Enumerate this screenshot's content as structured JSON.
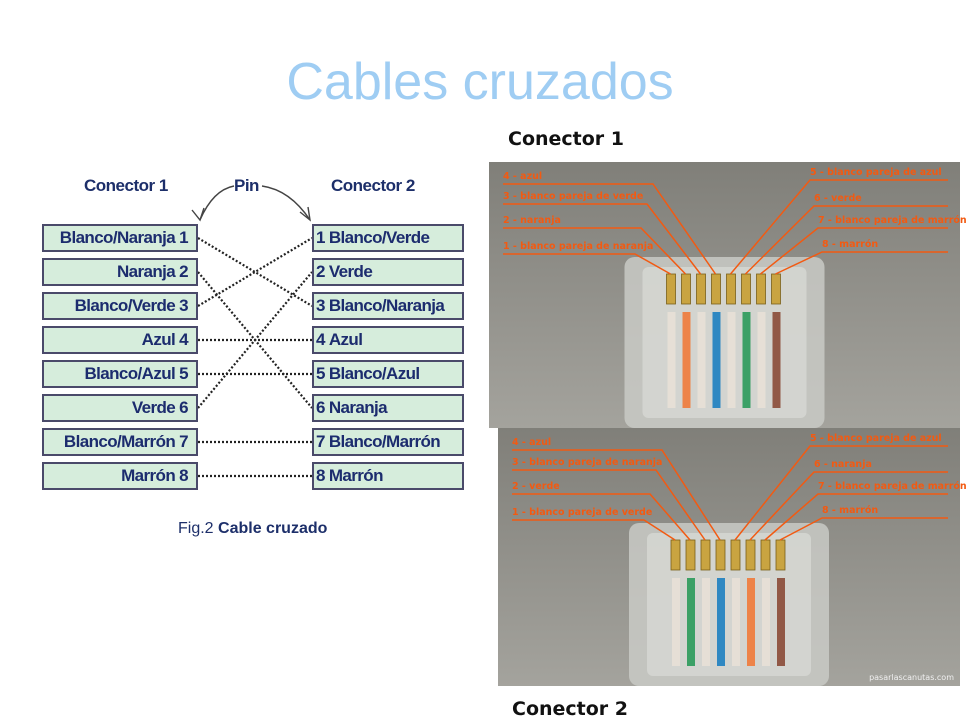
{
  "title": "Cables cruzados",
  "connector_labels": {
    "top": "Conector 1",
    "bottom": "Conector 2"
  },
  "diagram": {
    "left_header": "Conector 1",
    "pin_header": "Pin",
    "right_header": "Conector 2",
    "left_pins": [
      {
        "name": "Blanco/Naranja",
        "num": "1"
      },
      {
        "name": "Naranja",
        "num": "2"
      },
      {
        "name": "Blanco/Verde",
        "num": "3"
      },
      {
        "name": "Azul",
        "num": "4"
      },
      {
        "name": "Blanco/Azul",
        "num": "5"
      },
      {
        "name": "Verde",
        "num": "6"
      },
      {
        "name": "Blanco/Marrón",
        "num": "7"
      },
      {
        "name": "Marrón",
        "num": "8"
      }
    ],
    "right_pins": [
      {
        "num": "1",
        "name": "Blanco/Verde"
      },
      {
        "num": "2",
        "name": "Verde"
      },
      {
        "num": "3",
        "name": "Blanco/Naranja"
      },
      {
        "num": "4",
        "name": "Azul"
      },
      {
        "num": "5",
        "name": "Blanco/Azul"
      },
      {
        "num": "6",
        "name": "Naranja"
      },
      {
        "num": "7",
        "name": "Blanco/Marrón"
      },
      {
        "num": "8",
        "name": "Marrón"
      }
    ],
    "caption_fig": "Fig.2",
    "caption_text": "Cable cruzado",
    "crossings": [
      [
        1,
        3
      ],
      [
        2,
        6
      ],
      [
        3,
        1
      ],
      [
        4,
        4
      ],
      [
        5,
        5
      ],
      [
        6,
        2
      ],
      [
        7,
        7
      ],
      [
        8,
        8
      ]
    ]
  },
  "photo1": {
    "labels_left": [
      "4 - azul",
      "3 - blanco pareja de verde",
      "2 - naranja",
      "1 - blanco pareja de naranja"
    ],
    "labels_right": [
      "5 - blanco pareja de azul",
      "6 - verde",
      "7 - blanco pareja de marrón",
      "8 - marrón"
    ],
    "wire_colors": [
      "#e8e0d6",
      "#f07a3a",
      "#e8e0d6",
      "#1d7fc0",
      "#e8e0d6",
      "#2a9a5a",
      "#e8e0d6",
      "#8a4a36"
    ]
  },
  "photo2": {
    "labels_left": [
      "4 - azul",
      "3 - blanco pareja de naranja",
      "2 - verde",
      "1 - blanco pareja de verde"
    ],
    "labels_right": [
      "5 - blanco pareja de azul",
      "6 - naranja",
      "7 - blanco pareja de marrón",
      "8 - marrón"
    ],
    "wire_colors": [
      "#e8e0d6",
      "#2a9a5a",
      "#e8e0d6",
      "#1d7fc0",
      "#e8e0d6",
      "#f07a3a",
      "#e8e0d6",
      "#8a4a36"
    ],
    "watermark": "pasarlascanutas.com"
  },
  "colors": {
    "title": "#9fcdf3",
    "row_fill": "#d6eddc",
    "photo_label": "#f25a12"
  }
}
